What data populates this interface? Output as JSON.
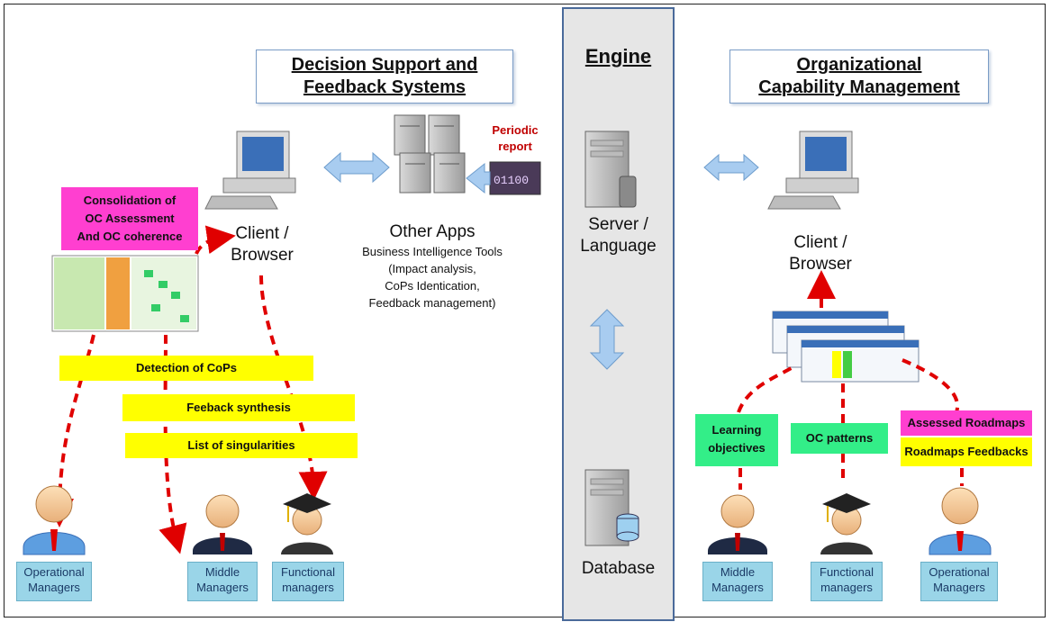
{
  "titles": {
    "left": [
      "Decision Support and",
      "Feedback Systems"
    ],
    "engine": "Engine",
    "right": [
      "Organizational",
      "Capability Management"
    ]
  },
  "engine": {
    "server_label": [
      "Server  /",
      "Language"
    ],
    "database_label": "Database"
  },
  "left": {
    "client_label": [
      "Client /",
      "Browser"
    ],
    "other_apps_title": "Other Apps",
    "other_apps_desc": [
      "Business Intelligence Tools",
      "(Impact analysis,",
      "CoPs Identication,",
      "Feedback management)"
    ],
    "periodic_report": [
      "Periodic",
      "report"
    ],
    "consolidation": [
      "Consolidation of",
      "OC Assessment",
      "And OC coherence"
    ],
    "detection": "Detection of CoPs",
    "feedback_synthesis": "Feeback synthesis",
    "singularities": "List of singularities",
    "roles": {
      "operational": [
        "Operational",
        "Managers"
      ],
      "middle": [
        "Middle",
        "Managers"
      ],
      "functional": [
        "Functional",
        "managers"
      ]
    }
  },
  "right": {
    "client_label": [
      "Client /",
      "Browser"
    ],
    "learning_objectives": [
      "Learning",
      "objectives"
    ],
    "oc_patterns": "OC patterns",
    "assessed_roadmaps": "Assessed Roadmaps",
    "roadmaps_feedbacks": "Roadmaps Feedbacks",
    "roles": {
      "middle": [
        "Middle",
        "Managers"
      ],
      "functional": [
        "Functional",
        "managers"
      ],
      "operational": [
        "Operational",
        "Managers"
      ]
    }
  },
  "colors": {
    "yellow": "#ffff00",
    "magenta": "#ff3fd0",
    "green": "#33ee88",
    "role_bg": "#9ad5e8",
    "arrow_red": "#e00000",
    "arrow_blue": "#a8ccf0"
  },
  "icons": [
    "computer-icon",
    "server-stack-icon",
    "server-icon",
    "database-icon",
    "manager-person-icon",
    "graduate-person-icon",
    "report-binary-icon",
    "spreadsheet-icon",
    "browser-windows-icon"
  ]
}
